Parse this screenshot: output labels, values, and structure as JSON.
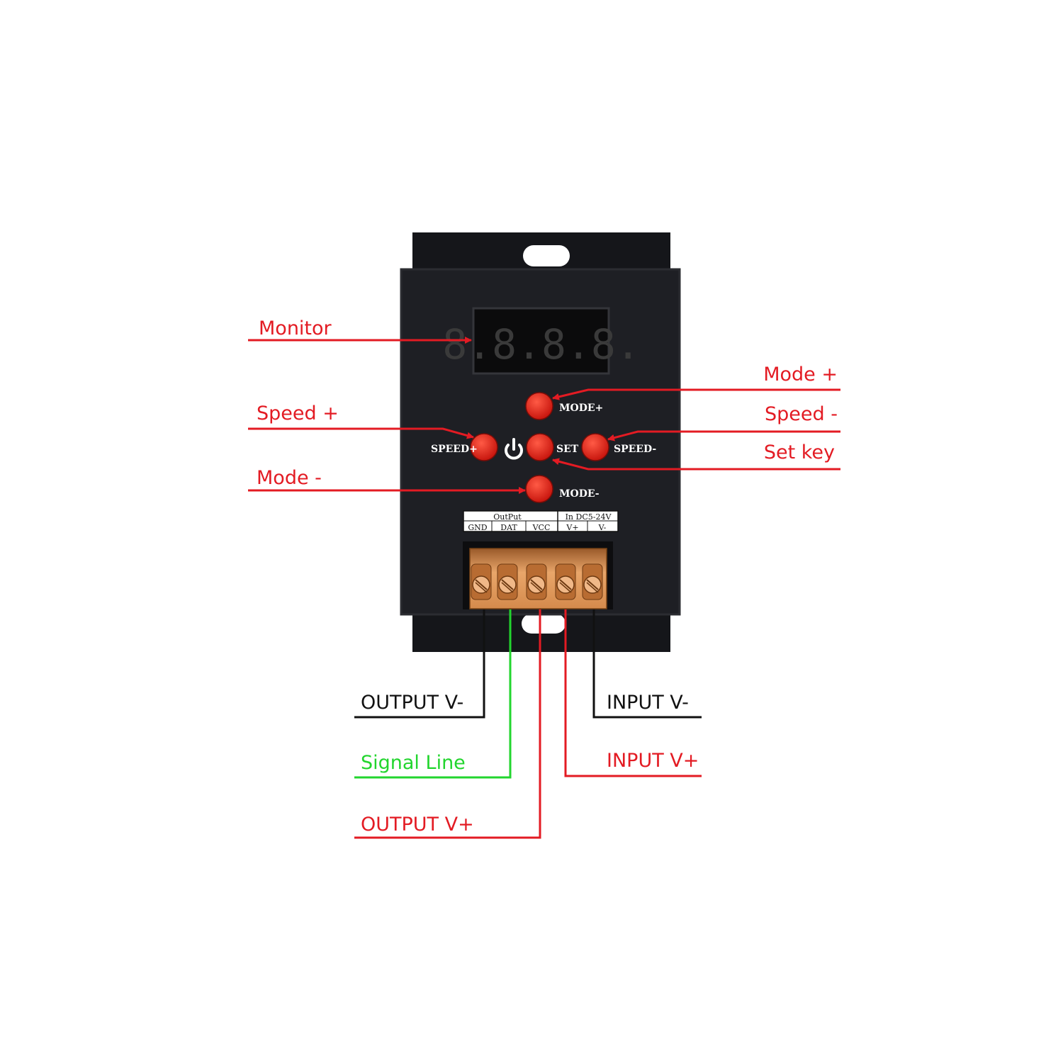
{
  "colors": {
    "red": "#e31b23",
    "green": "#22d52e",
    "black": "#111111",
    "housing": "#1c1d22",
    "button": "#e8291c",
    "terminal": "#e6a067",
    "display_digit": "#3a3a3a"
  },
  "display": {
    "digits": "8.8.8.8."
  },
  "panel": {
    "mode_plus": "MODE+",
    "mode_minus": "MODE-",
    "speed_plus": "SPEED+",
    "speed_minus": "SPEED-",
    "set": "SET",
    "power_icon": "power-icon"
  },
  "terminal_block": {
    "output_header": "OutPut",
    "input_header": "In DC5-24V",
    "pins": [
      "GND",
      "DAT",
      "VCC",
      "V+",
      "V-"
    ]
  },
  "callouts": {
    "monitor": "Monitor",
    "speed_plus": "Speed +",
    "mode_minus": "Mode -",
    "mode_plus": "Mode +",
    "speed_minus": "Speed -",
    "set_key": "Set key",
    "output_v_minus": "OUTPUT V-",
    "signal_line": "Signal Line",
    "output_v_plus": "OUTPUT V+",
    "input_v_minus": "INPUT V-",
    "input_v_plus": "INPUT V+"
  }
}
